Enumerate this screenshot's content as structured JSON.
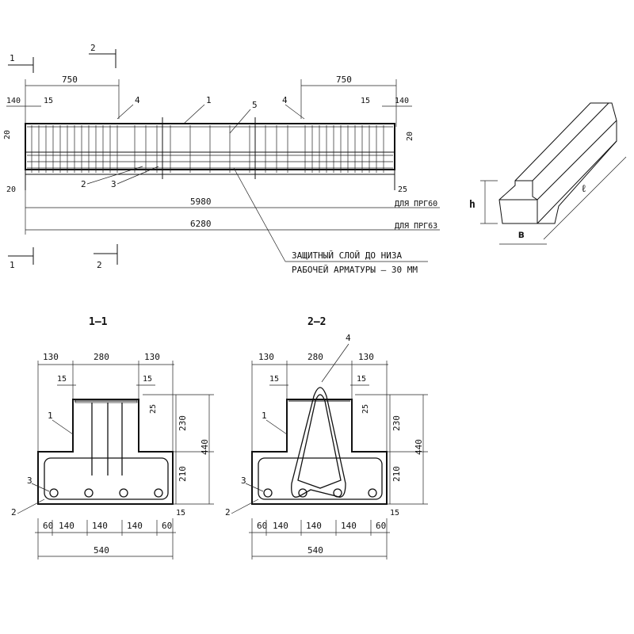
{
  "elevation": {
    "dim_750_left": "750",
    "dim_750_right": "750",
    "dim_140_left": "140",
    "dim_15_left": "15",
    "dim_15_right": "15",
    "dim_140_right": "140",
    "dim_20_left_top": "20",
    "dim_20_right_top": "20",
    "dim_20_left_bottom": "20",
    "dim_25_right": "25",
    "length_5980": "5980",
    "length_6280": "6280",
    "note_prg60": "ДЛЯ ПРГ60",
    "note_prg63": "ДЛЯ ПРГ63",
    "callout_1": "1",
    "callout_2": "2",
    "callout_3": "3",
    "callout_4a": "4",
    "callout_4b": "4",
    "callout_5": "5",
    "section_1_top": "1",
    "section_2_top": "2",
    "section_1_bottom": "1",
    "section_2_bottom": "2",
    "cover_note_line1": "ЗАЩИТНЫЙ СЛОЙ ДО НИЗА",
    "cover_note_line2": "РАБОЧЕЙ АРМАТУРЫ – 30 ММ"
  },
  "iso_view": {
    "label_h": "h",
    "label_b": "в",
    "label_l": "ℓ"
  },
  "section_1": {
    "title": "1–1",
    "dim_130_left": "130",
    "dim_280": "280",
    "dim_130_right": "130",
    "dim_15_left": "15",
    "dim_15_right": "15",
    "dim_25": "25",
    "dim_230": "230",
    "dim_210": "210",
    "dim_440": "440",
    "dim_15_bottom": "15",
    "bottom_dims": [
      "60",
      "140",
      "140",
      "140",
      "60"
    ],
    "total": "540",
    "callout_1": "1",
    "callout_2": "2",
    "callout_3": "3"
  },
  "section_2": {
    "title": "2–2",
    "dim_130_left": "130",
    "dim_280": "280",
    "dim_130_right": "130",
    "dim_15_left": "15",
    "dim_15_right": "15",
    "dim_25": "25",
    "dim_230": "230",
    "dim_210": "210",
    "dim_440": "440",
    "dim_15_bottom": "15",
    "bottom_dims": [
      "60",
      "140",
      "140",
      "140",
      "60"
    ],
    "total": "540",
    "callout_1": "1",
    "callout_2": "2",
    "callout_3": "3",
    "callout_4": "4"
  }
}
